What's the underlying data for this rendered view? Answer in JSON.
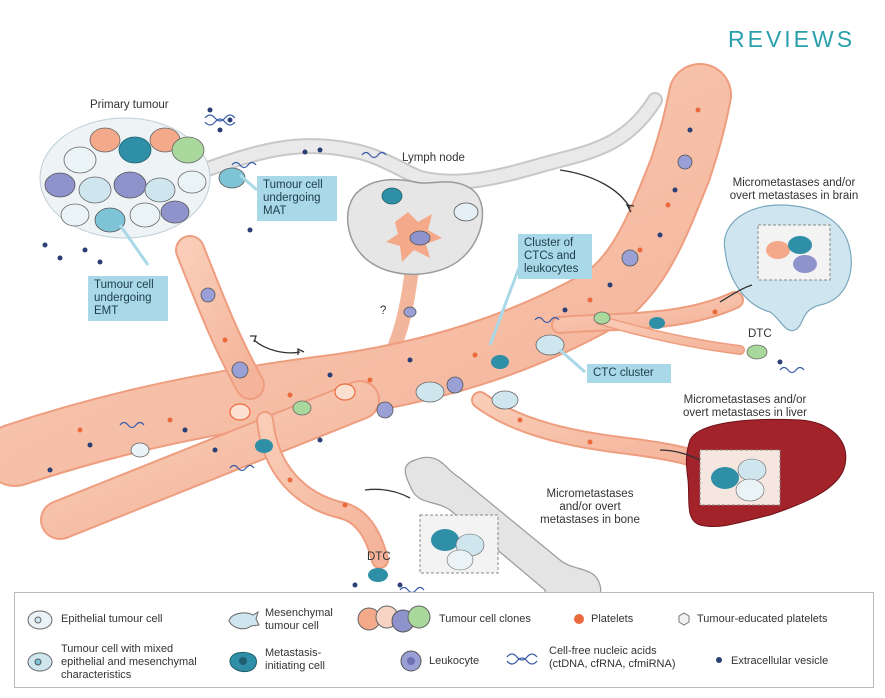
{
  "brand": "REVIEWS",
  "labels": {
    "primary_tumour": "Primary tumour",
    "lymph_node": "Lymph node",
    "question_mark": "?",
    "micromet_brain": "Micrometastases and/or\novert metastases in brain",
    "dtc_brain": "DTC",
    "micromet_liver": "Micrometastases and/or\novert metastases in liver",
    "micromet_bone": "Micrometastases\nand/or overt\nmetastases in bone",
    "dtc_bone": "DTC"
  },
  "callouts": {
    "mat": "Tumour cell\nundergoing\nMAT",
    "emt": "Tumour cell\nundergoing\nEMT",
    "cluster_ctc_leuk": "Cluster of\nCTCs and\nleukocytes",
    "ctc_cluster": "CTC cluster"
  },
  "legend": {
    "epithelial": "Epithelial tumour cell",
    "mixed": "Tumour cell with mixed\nepithelial and mesenchymal\ncharacteristics",
    "mesenchymal": "Mesenchymal\ntumour cell",
    "metastasis_initiating": "Metastasis-\ninitiating cell",
    "clones": "Tumour cell clones",
    "leukocyte": "Leukocyte",
    "platelets": "Platelets",
    "cfna": "Cell-free nucleic acids\n(ctDNA, cfRNA, cfmiRNA)",
    "tep": "Tumour-educated platelets",
    "ev": "Extracellular vesicle"
  },
  "colors": {
    "brand": "#2aa0ad",
    "vessel": "#f7c3ab",
    "vessel_edge": "#ee9d7f",
    "lymph": "#e4e4e4",
    "callout_box": "#a9d9e8",
    "epithelial_cell": "#d9ecf2",
    "teal_cell": "#2e8fa6",
    "leukocyte": "#9aa0d6",
    "platelet": "#ea6a3b",
    "vesicle": "#2a3f76",
    "liver": "#a3232a",
    "brain": "#cfe6f0",
    "bone": "#e4e4e4"
  },
  "icons": [
    "epithelial-cell-icon",
    "mixed-cell-icon",
    "mesenchymal-cell-icon",
    "metastasis-initiating-cell-icon",
    "tumour-clones-icon",
    "leukocyte-icon",
    "platelet-icon",
    "dna-strand-icon",
    "educated-platelet-icon",
    "extracellular-vesicle-icon",
    "brain-icon",
    "liver-icon",
    "bone-icon",
    "lymph-node-icon"
  ]
}
